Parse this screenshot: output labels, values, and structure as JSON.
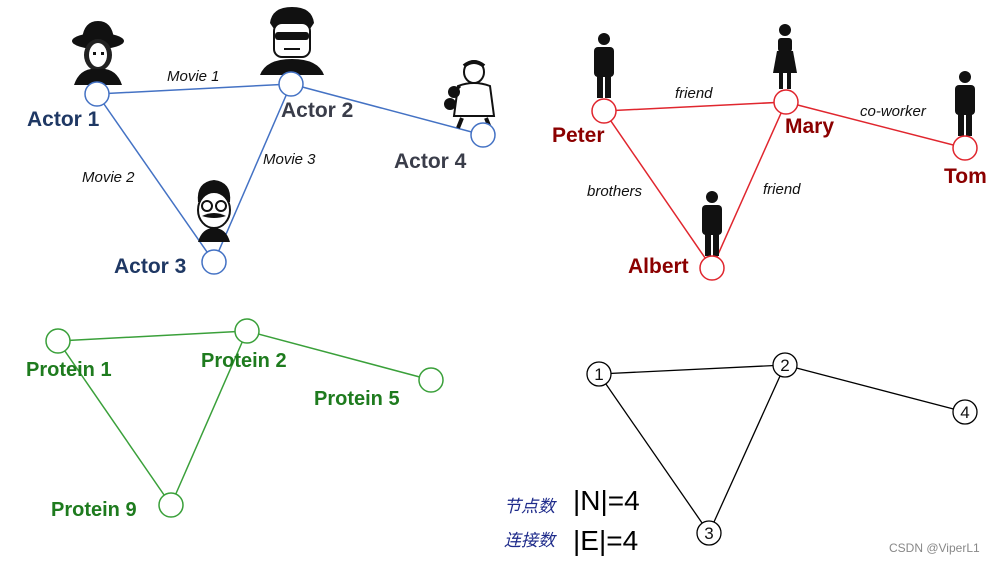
{
  "colors": {
    "actors": "#1f3864",
    "actor_edge": "#4472c4",
    "social": "#8b0000",
    "social_edge": "#e0262e",
    "protein": "#1e7b1e",
    "protein_edge": "#3aa03a",
    "abstract": "#000000",
    "handwriting": "#1d2a8a"
  },
  "actors": {
    "nodes": [
      {
        "id": "a1",
        "label": "Actor 1",
        "icon": "fedora-man-portrait-icon"
      },
      {
        "id": "a2",
        "label": "Actor 2",
        "icon": "sunglasses-man-portrait-icon"
      },
      {
        "id": "a3",
        "label": "Actor 3",
        "icon": "mustache-glasses-man-portrait-icon"
      },
      {
        "id": "a4",
        "label": "Actor 4",
        "icon": "martial-artist-portrait-icon"
      }
    ],
    "edges": [
      {
        "from": "a1",
        "to": "a2",
        "label": "Movie 1"
      },
      {
        "from": "a1",
        "to": "a3",
        "label": "Movie 2"
      },
      {
        "from": "a2",
        "to": "a3",
        "label": "Movie 3"
      },
      {
        "from": "a2",
        "to": "a4",
        "label": ""
      }
    ]
  },
  "social": {
    "nodes": [
      {
        "id": "peter",
        "label": "Peter",
        "icon": "man-silhouette-icon"
      },
      {
        "id": "mary",
        "label": "Mary",
        "icon": "woman-silhouette-icon"
      },
      {
        "id": "tom",
        "label": "Tom",
        "icon": "man-silhouette-icon"
      },
      {
        "id": "albert",
        "label": "Albert",
        "icon": "man-silhouette-icon"
      }
    ],
    "edges": [
      {
        "from": "peter",
        "to": "mary",
        "label": "friend"
      },
      {
        "from": "mary",
        "to": "tom",
        "label": "co-worker"
      },
      {
        "from": "peter",
        "to": "albert",
        "label": "brothers"
      },
      {
        "from": "mary",
        "to": "albert",
        "label": "friend"
      }
    ]
  },
  "proteins": {
    "nodes": [
      {
        "id": "p1",
        "label": "Protein 1"
      },
      {
        "id": "p2",
        "label": "Protein 2"
      },
      {
        "id": "p5",
        "label": "Protein 5"
      },
      {
        "id": "p9",
        "label": "Protein 9"
      }
    ],
    "edges": [
      {
        "from": "p1",
        "to": "p2"
      },
      {
        "from": "p2",
        "to": "p5"
      },
      {
        "from": "p1",
        "to": "p9"
      },
      {
        "from": "p2",
        "to": "p9"
      }
    ]
  },
  "abstract": {
    "nodes": [
      {
        "id": "n1",
        "label": "1"
      },
      {
        "id": "n2",
        "label": "2"
      },
      {
        "id": "n3",
        "label": "3"
      },
      {
        "id": "n4",
        "label": "4"
      }
    ],
    "edges": [
      {
        "from": "n1",
        "to": "n2"
      },
      {
        "from": "n2",
        "to": "n4"
      },
      {
        "from": "n1",
        "to": "n3"
      },
      {
        "from": "n2",
        "to": "n3"
      }
    ],
    "node_count_note": "节点数",
    "node_count_formula": "|N|=4",
    "edge_count_note": "连接数",
    "edge_count_formula": "|E|=4"
  },
  "watermark": "CSDN @ViperL1"
}
